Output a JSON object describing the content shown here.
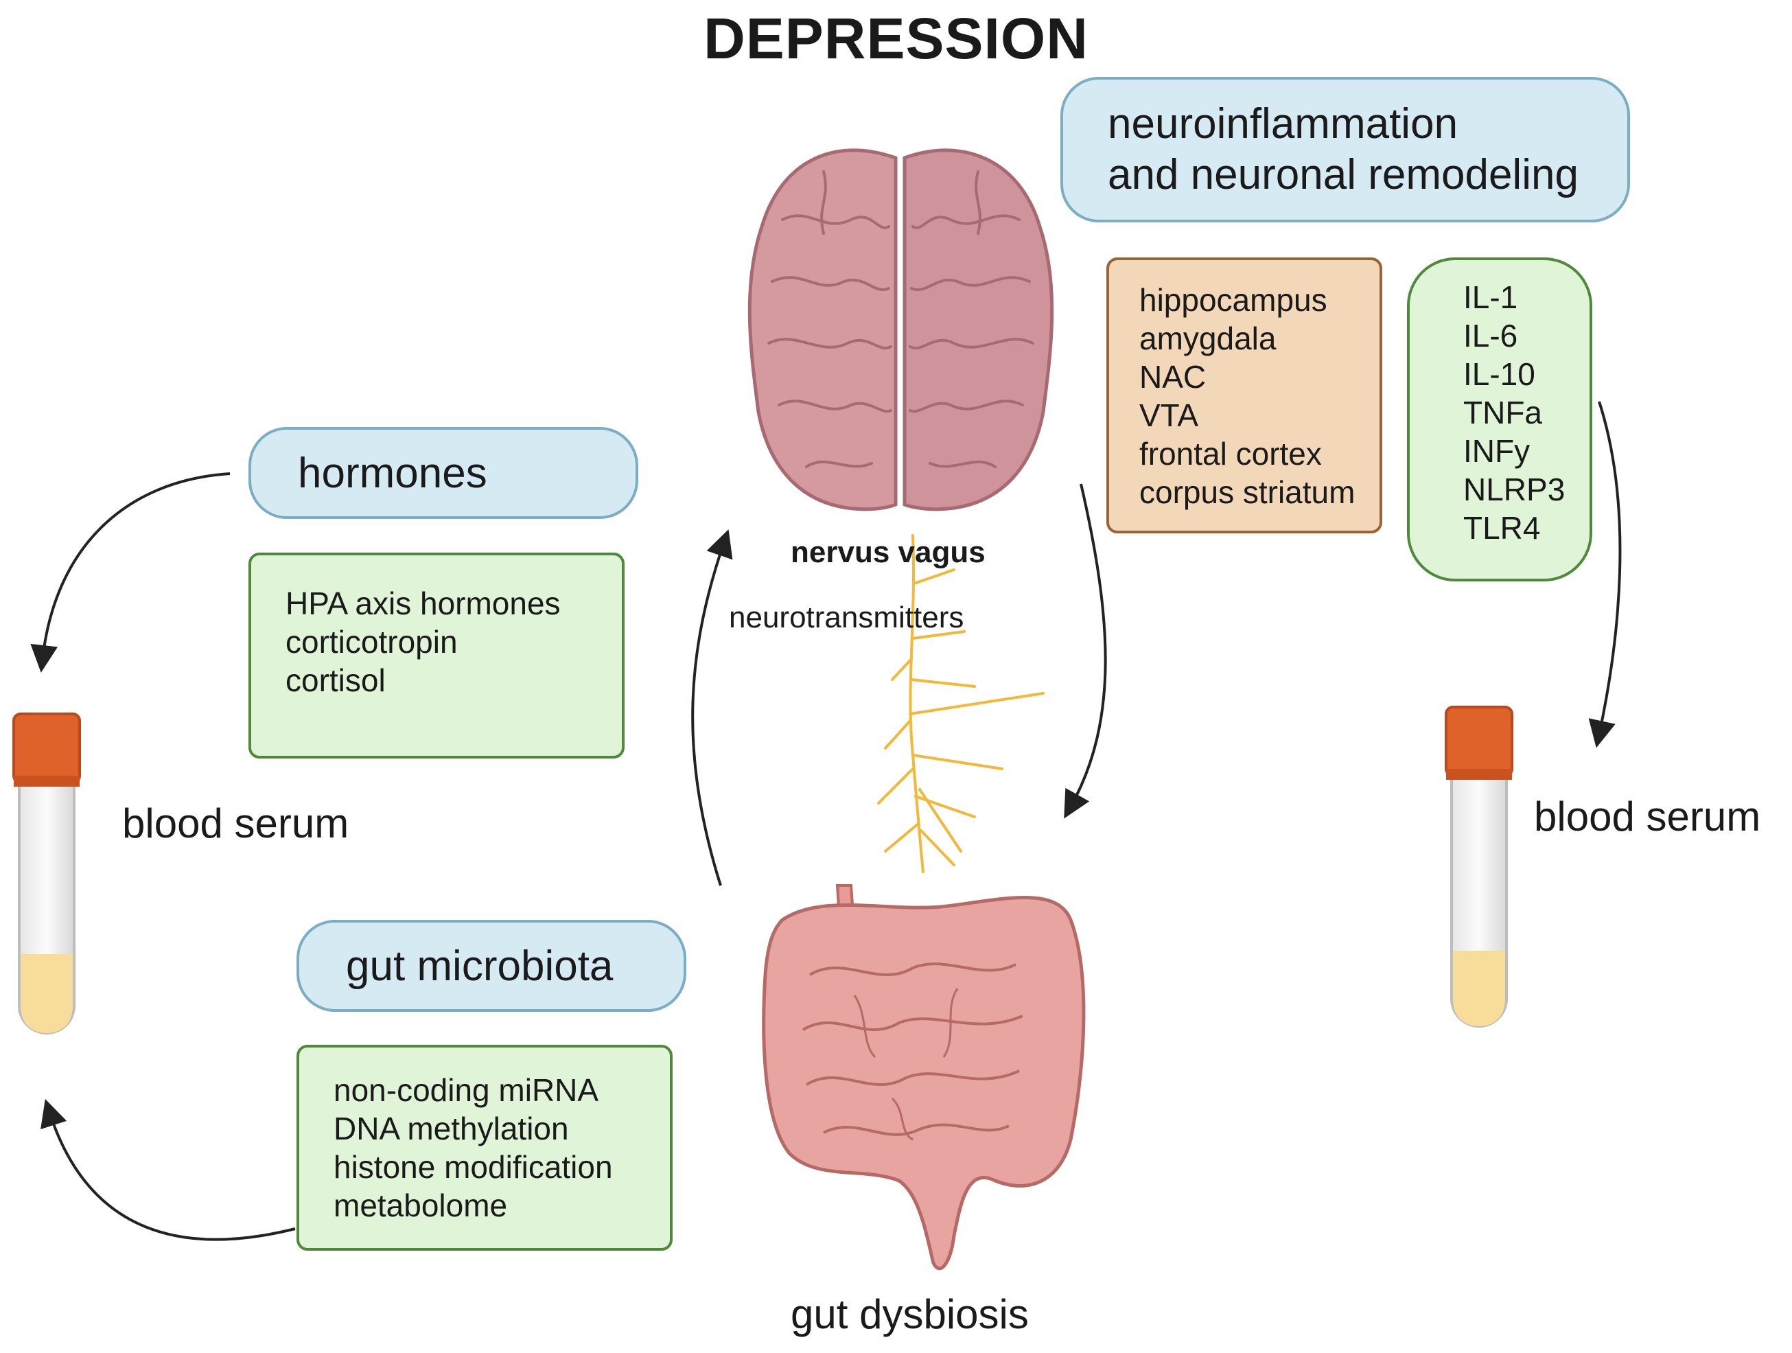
{
  "title": "DEPRESSION",
  "neuro": {
    "line1": "neuroinflammation",
    "line2": "and neuronal remodeling"
  },
  "brain_regions": [
    "hippocampus",
    "amygdala",
    "NAC",
    "VTA",
    "frontal cortex",
    "corpus striatum"
  ],
  "cytokines": [
    "IL-1",
    "IL-6",
    "IL-10",
    "TNFa",
    "INFy",
    "NLRP3",
    "TLR4"
  ],
  "hormones": {
    "label": "hormones",
    "items": [
      "HPA axis hormones",
      "corticotropin",
      "cortisol"
    ]
  },
  "blood_serum_left": "blood serum",
  "blood_serum_right": "blood serum",
  "gut": {
    "label": "gut microbiota",
    "items": [
      "non-coding miRNA",
      "DNA methylation",
      "histone modification",
      "metabolome"
    ]
  },
  "nervus_vagus": "nervus vagus",
  "neurotransmitters": "neurotransmitters",
  "gut_dysbiosis": "gut dysbiosis",
  "colors": {
    "pill_fill": "#d6eaf3",
    "green_fill": "#e0f4d8",
    "orange_fill": "#f2d7b8",
    "tube_cap": "#e0622b",
    "serum": "#f7dc9a",
    "brain": "#d49aa0",
    "intestine": "#e8a4a1",
    "nerve": "#f2b83a"
  }
}
